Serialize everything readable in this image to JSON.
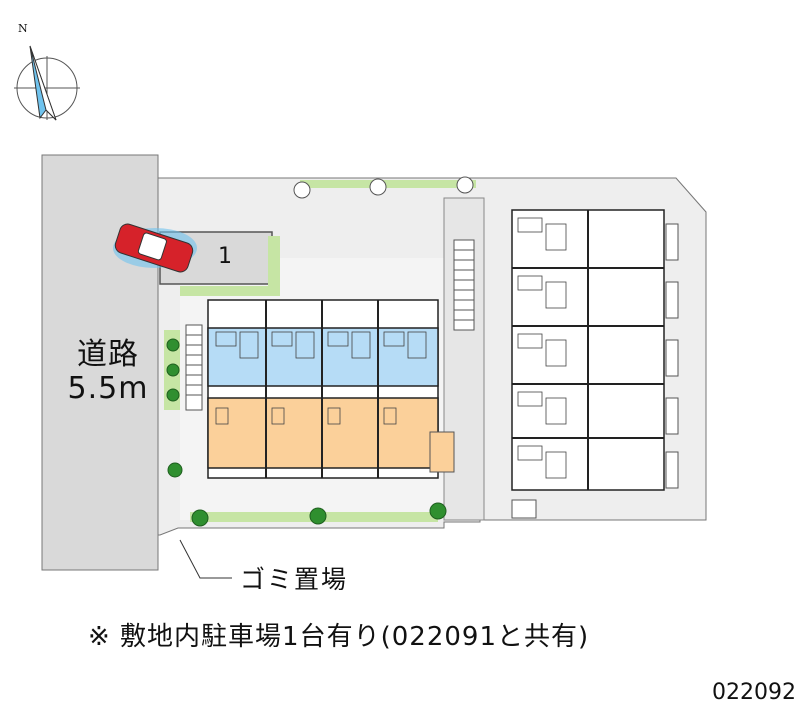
{
  "compass": {
    "label": "N"
  },
  "road": {
    "name": "道路",
    "width": "5.5m"
  },
  "parking": {
    "spot_number": "1"
  },
  "garbage_area": {
    "label": "ゴミ置場"
  },
  "note": {
    "text": "※ 敷地内駐車場1台有り(022091と共有)"
  },
  "property_code": "022092",
  "colors": {
    "road": "#d9d9d9",
    "site": "#eeeeee",
    "building_front": "#b6dcf6",
    "building_rear": "#fbd09a",
    "hedge": "#c6e5a4",
    "tree": "#2f8f2f",
    "car": "#d6222a",
    "compass_fill": "#6fc3ee"
  }
}
